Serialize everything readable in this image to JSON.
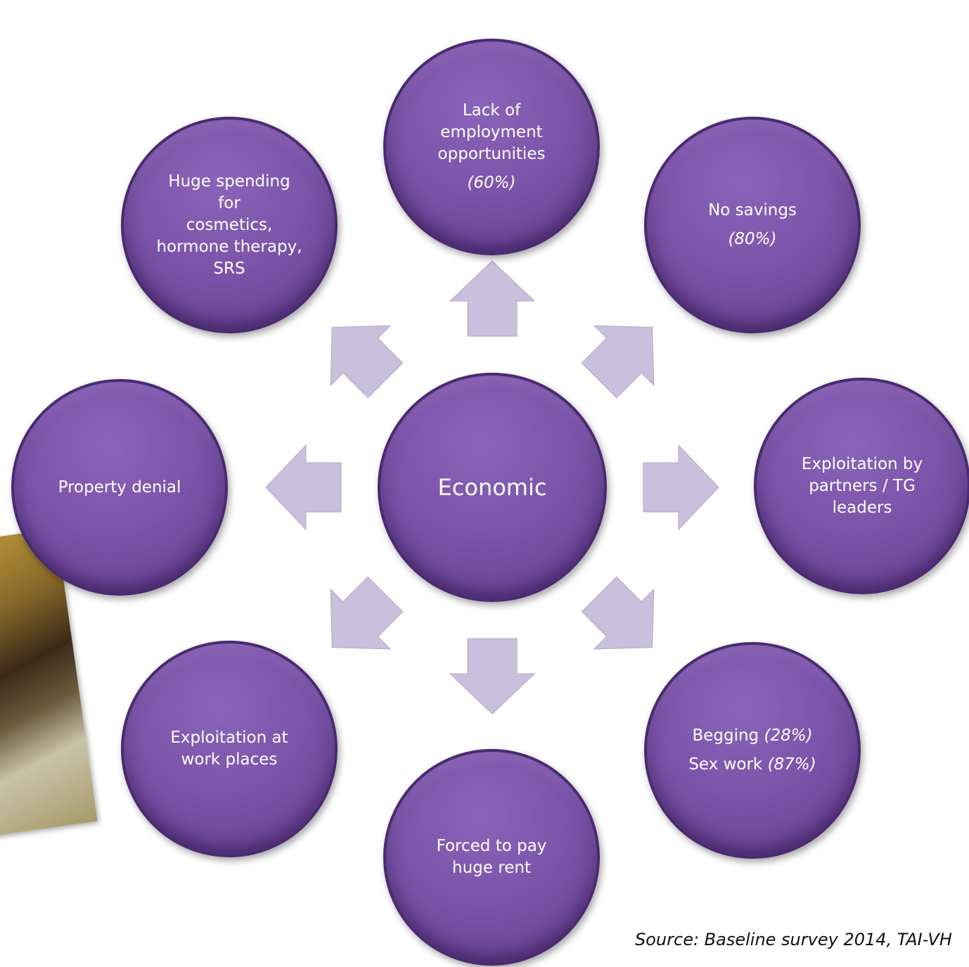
{
  "center": {
    "label": "Economic"
  },
  "nodes": {
    "top": {
      "lines": [
        "Lack of",
        "employment",
        "opportunities"
      ],
      "pct": "(60%)"
    },
    "top_right": {
      "lines": [
        "No savings"
      ],
      "pct": "(80%)"
    },
    "right": {
      "lines": [
        "Exploitation by",
        "partners / TG",
        "leaders"
      ]
    },
    "bottom_right": {
      "items": [
        {
          "label": "Begging",
          "pct": "(28%)"
        },
        {
          "label": "Sex work",
          "pct": "(87%)"
        }
      ]
    },
    "bottom": {
      "lines": [
        "Forced to pay",
        "huge rent"
      ]
    },
    "bottom_left": {
      "lines": [
        "Exploitation at",
        "work places"
      ]
    },
    "left": {
      "lines": [
        "Property denial"
      ]
    },
    "top_left": {
      "lines": [
        "Huge spending for",
        "cosmetics,",
        "hormone therapy,",
        "SRS"
      ]
    }
  },
  "source": "Source: Baseline survey 2014, TAI-VH",
  "colors": {
    "circle": "#7c55ab",
    "circle_border": "#4a2a70",
    "arrow": "#c9c0db"
  }
}
